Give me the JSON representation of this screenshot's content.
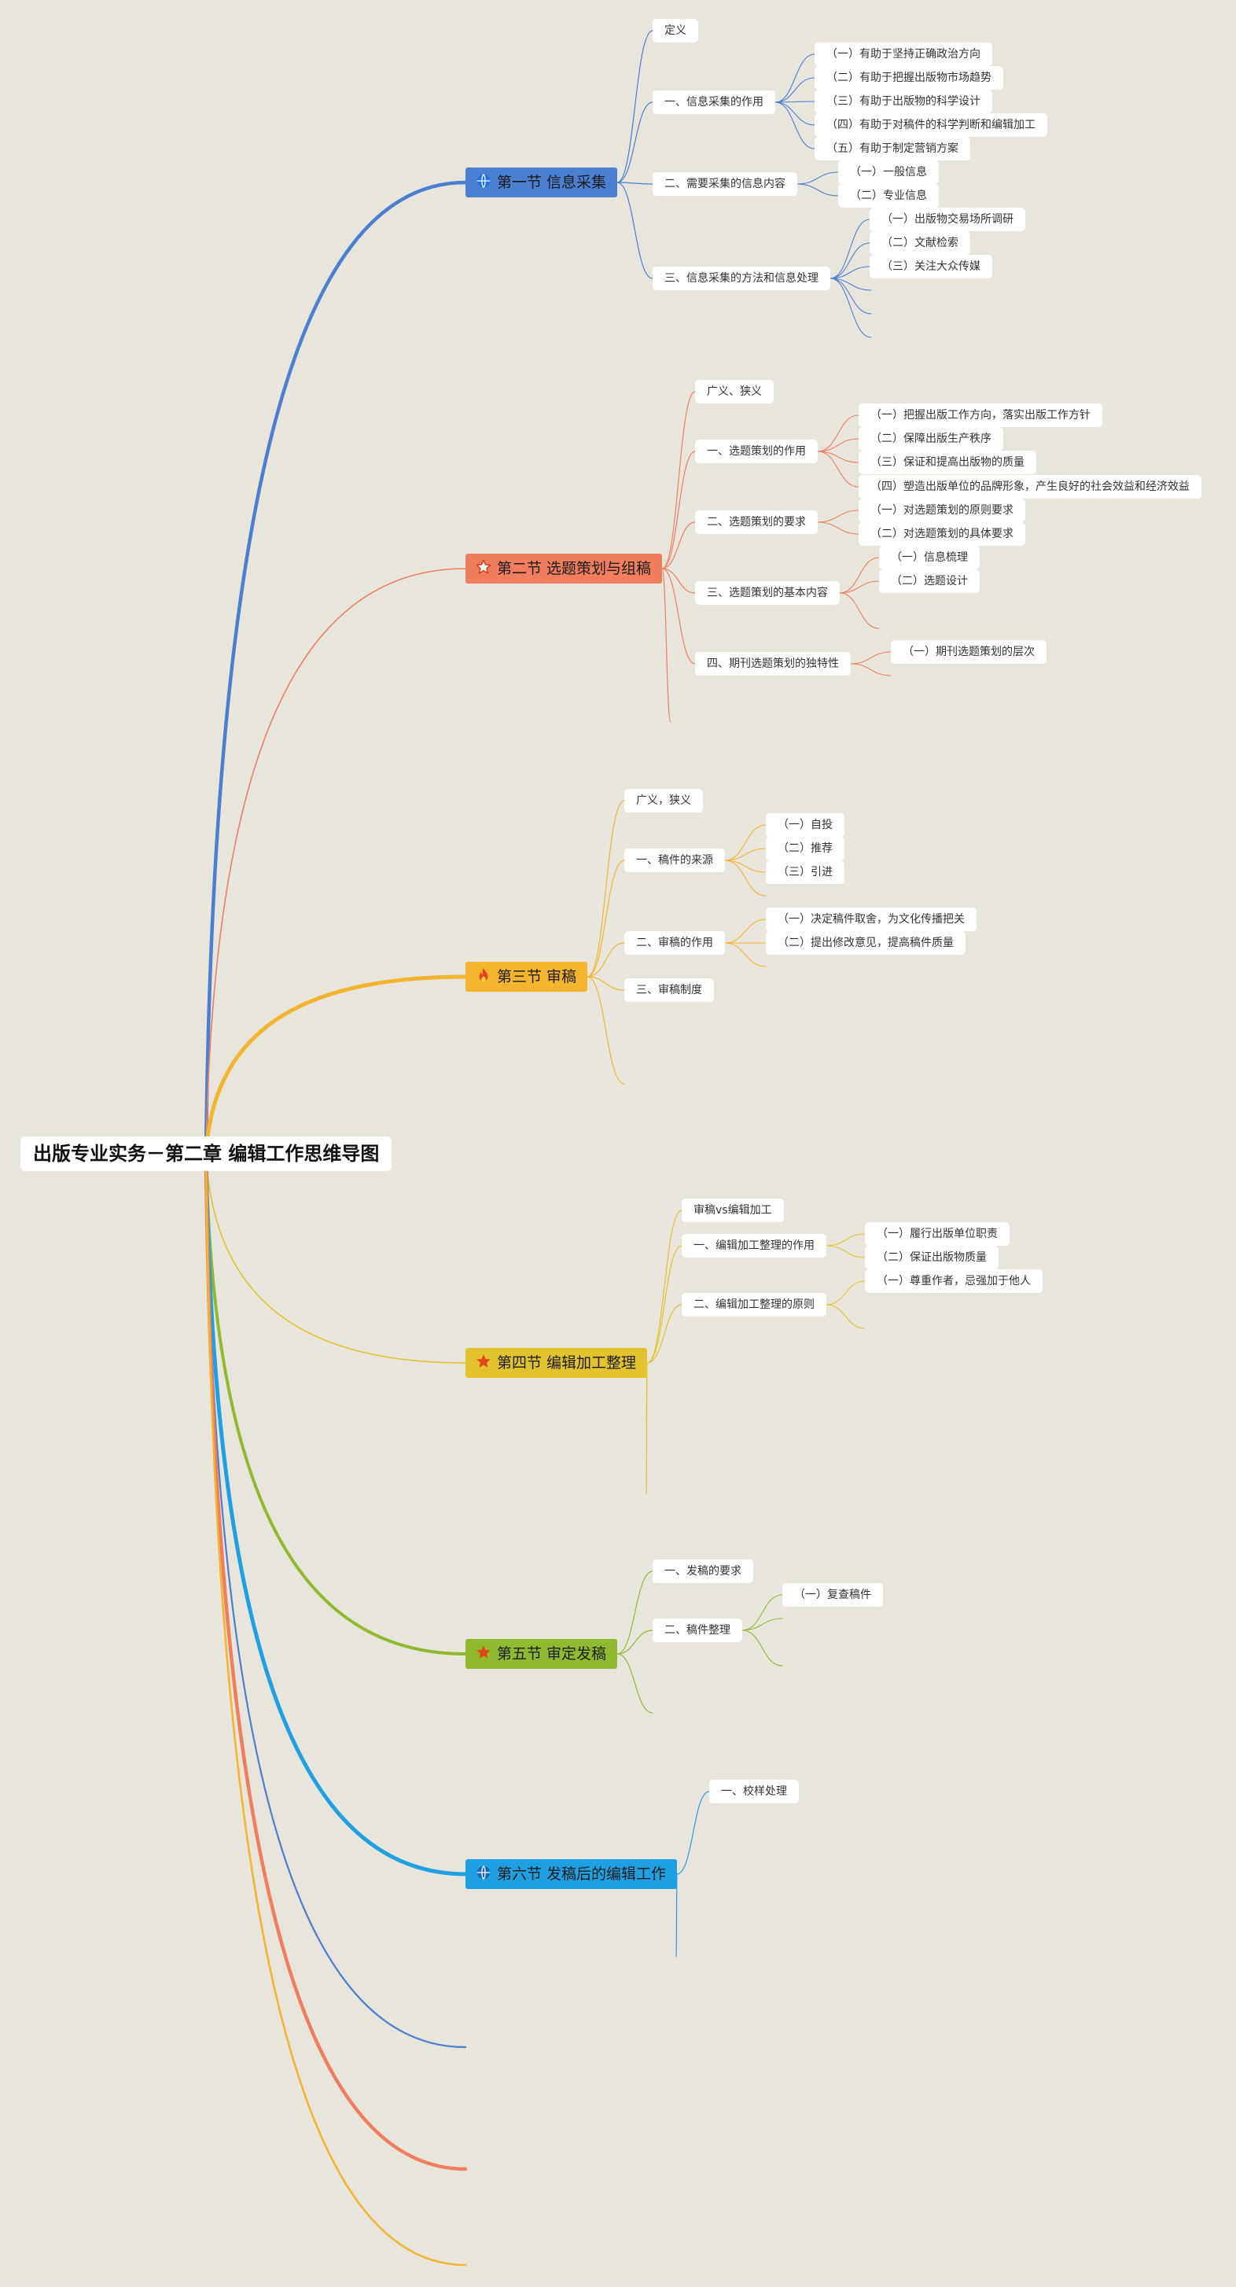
{
  "title": "出版专业实务－第二章 编辑工作思维导图",
  "colors": {
    "background": "#e8e5dc",
    "section1": "#4a7fd1",
    "section2": "#f07e5e",
    "section3": "#f4b42e",
    "section4": "#e3c32d",
    "section5": "#8fba2f",
    "section6": "#1ea0e2"
  },
  "sections": [
    {
      "label": "第一节 信息采集",
      "icon": "globe-icon",
      "children": [
        {
          "label": "定义"
        },
        {
          "label": "一、信息采集的作用",
          "children": [
            "（一）有助于坚持正确政治方向",
            "（二）有助于把握出版物市场趋势",
            "（三）有助于出版物的科学设计",
            "（四）有助于对稿件的科学判断和编辑加工",
            "（五）有助于制定营销方案"
          ]
        },
        {
          "label": "二、需要采集的信息内容",
          "children": [
            "（一）一般信息",
            "（二）专业信息"
          ]
        },
        {
          "label": "三、信息采集的方法和信息处理",
          "children": [
            "（一）出版物交易场所调研",
            "（二）文献检索",
            "（三）关注大众传媒"
          ]
        }
      ]
    },
    {
      "label": "第二节 选题策划与组稿",
      "icon": "star-outline-icon",
      "children": [
        {
          "label": "广义、狭义"
        },
        {
          "label": "一、选题策划的作用",
          "children": [
            "（一）把握出版工作方向，落实出版工作方针",
            "（二）保障出版生产秩序",
            "（三）保证和提高出版物的质量",
            "（四）塑造出版单位的品牌形象，产生良好的社会效益和经济效益"
          ]
        },
        {
          "label": "二、选题策划的要求",
          "children": [
            "（一）对选题策划的原则要求",
            "（二）对选题策划的具体要求"
          ]
        },
        {
          "label": "三、选题策划的基本内容",
          "children": [
            "（一）信息梳理",
            "（二）选题设计"
          ]
        },
        {
          "label": "四、期刊选题策划的独特性",
          "children": [
            "（一）期刊选题策划的层次"
          ]
        }
      ]
    },
    {
      "label": "第三节 审稿",
      "icon": "fire-icon",
      "children": [
        {
          "label": "广义，狭义"
        },
        {
          "label": "一、稿件的来源",
          "children": [
            "（一）自投",
            "（二）推荐",
            "（三）引进"
          ]
        },
        {
          "label": "二、审稿的作用",
          "children": [
            "（一）决定稿件取舍，为文化传播把关",
            "（二）提出修改意见，提高稿件质量"
          ]
        },
        {
          "label": "三、审稿制度"
        }
      ]
    },
    {
      "label": "第四节 编辑加工整理",
      "icon": "star-icon",
      "children": [
        {
          "label": "审稿vs编辑加工"
        },
        {
          "label": "一、编辑加工整理的作用",
          "children": [
            "（一）履行出版单位职责",
            "（二）保证出版物质量"
          ]
        },
        {
          "label": "二、编辑加工整理的原则",
          "children": [
            "（一）尊重作者，忌强加于他人"
          ]
        }
      ]
    },
    {
      "label": "第五节 审定发稿",
      "icon": "star-icon",
      "children": [
        {
          "label": "一、发稿的要求"
        },
        {
          "label": "二、稿件整理",
          "children": [
            "（一）复查稿件"
          ]
        }
      ]
    },
    {
      "label": "第六节 发稿后的编辑工作",
      "icon": "globe-icon",
      "children": [
        {
          "label": "一、校样处理"
        }
      ]
    }
  ]
}
